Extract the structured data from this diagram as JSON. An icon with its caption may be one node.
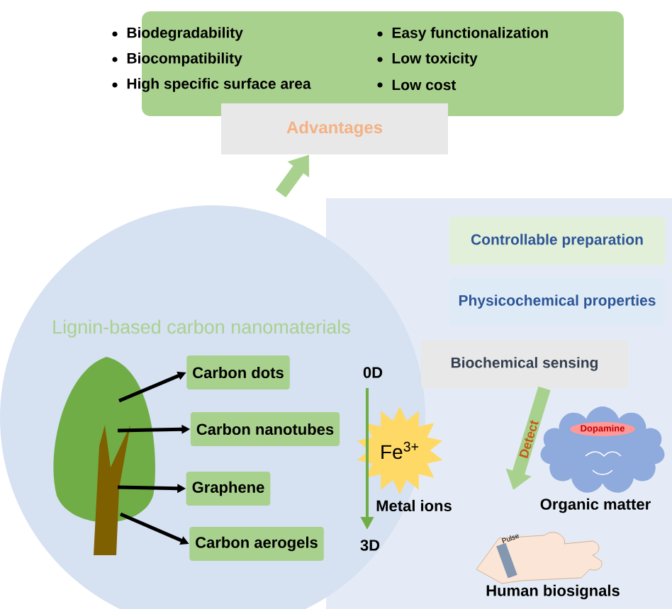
{
  "diagram": {
    "nodes": [
      {
        "text": [
          "Biodegradability",
          "Biocompatibility",
          "High specific surface area",
          "Easy functionalization",
          "Low toxicity",
          "Low cost"
        ]
      },
      {
        "text": [
          "Advantages"
        ]
      },
      {
        "text": [
          "Lignin-based carbon nanomaterials"
        ]
      },
      {
        "text": [],
        "shape": "tree",
        "in": 2
      },
      {
        "text": [
          "Carbon dots"
        ],
        "in": 2
      },
      {
        "text": [
          "Carbon nanotubes"
        ],
        "in": 2
      },
      {
        "text": [
          "Graphene"
        ],
        "in": 2
      },
      {
        "text": [
          "Carbon aerogels"
        ],
        "in": 2
      },
      {
        "text": [
          "Controllable preparation"
        ]
      },
      {
        "text": [
          "Physicochemical properties"
        ]
      },
      {
        "text": [
          "Biochemical sensing"
        ]
      },
      {
        "text": [
          "Fe$^{3+}$"
        ],
        "beside": [
          "Metal ions"
        ]
      },
      {
        "text": [
          "Dopamine"
        ],
        "beside": [
          "Organic matter"
        ]
      },
      {
        "text": [
          "Pulse"
        ],
        "beside": [
          "Human biosignals"
        ]
      }
    ],
    "edges": [
      {
        "from": 2,
        "to": 1,
        "arrow": "to",
        "style": "thick",
        "color": "#a9d18e"
      },
      {
        "from": 3,
        "to": 4,
        "arrow": "to"
      },
      {
        "from": 3,
        "to": 5,
        "arrow": "to"
      },
      {
        "from": 3,
        "to": 6,
        "arrow": "to"
      },
      {
        "from": 3,
        "to": 7,
        "arrow": "to"
      },
      {
        "from": 10,
        "to": null,
        "arrow": "to",
        "label": "Detect",
        "style": "thick",
        "color": "#a9d18e"
      }
    ],
    "labels": [
      "0D",
      "3D"
    ]
  }
}
